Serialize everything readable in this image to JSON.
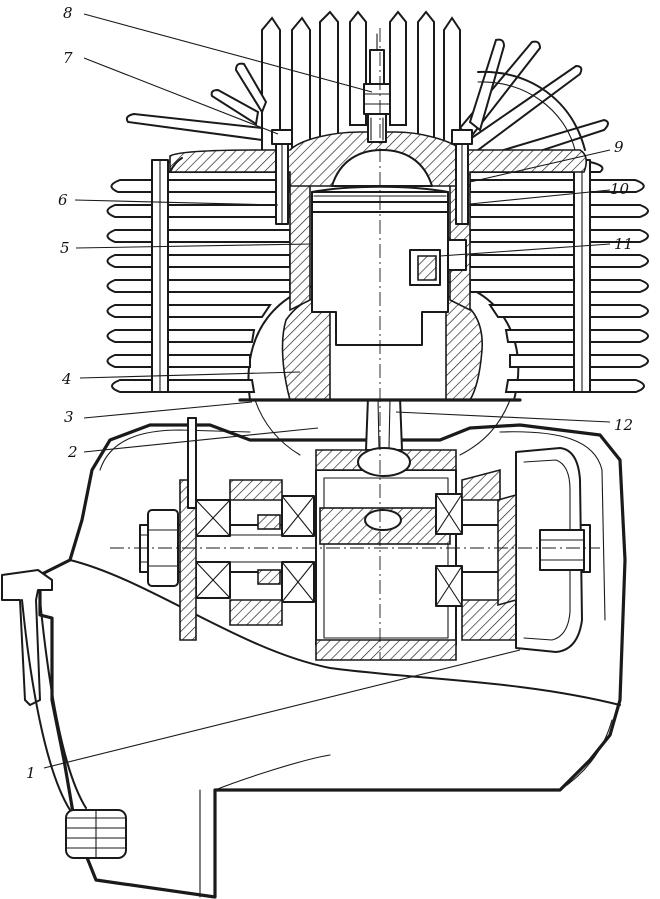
{
  "figure": {
    "callouts": [
      {
        "id": "c1",
        "label": "1"
      },
      {
        "id": "c2",
        "label": "2"
      },
      {
        "id": "c3",
        "label": "3"
      },
      {
        "id": "c4",
        "label": "4"
      },
      {
        "id": "c5",
        "label": "5"
      },
      {
        "id": "c6",
        "label": "6"
      },
      {
        "id": "c7",
        "label": "7"
      },
      {
        "id": "c8",
        "label": "8"
      },
      {
        "id": "c9",
        "label": "9"
      },
      {
        "id": "c10",
        "label": "10"
      },
      {
        "id": "c11",
        "label": "11"
      },
      {
        "id": "c12",
        "label": "12"
      }
    ]
  }
}
